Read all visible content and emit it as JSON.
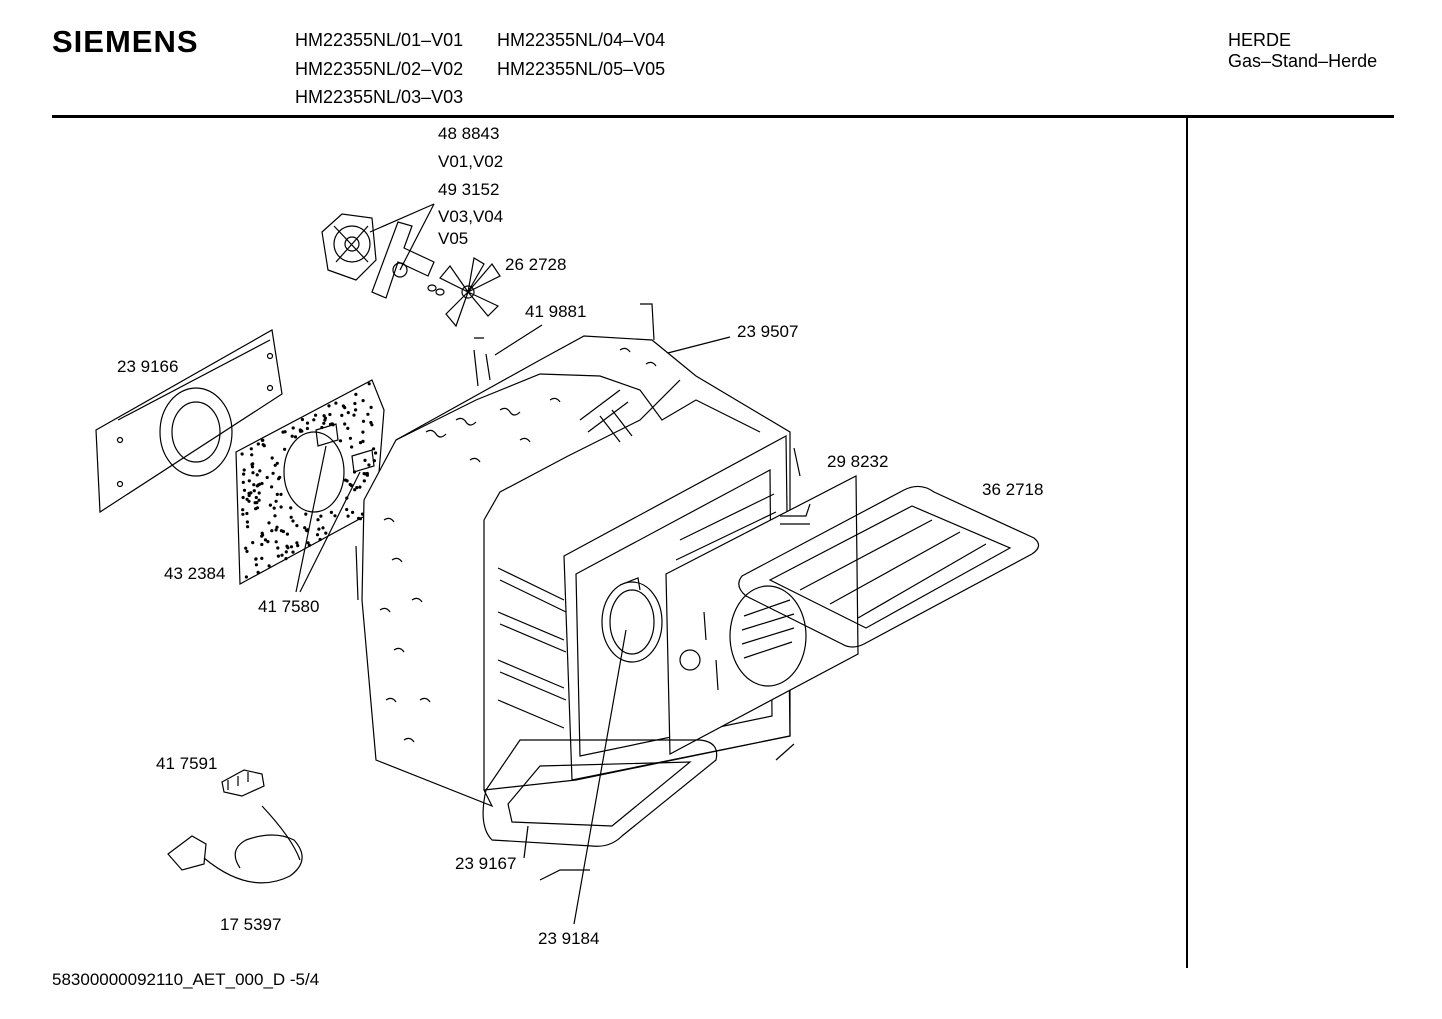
{
  "header": {
    "brand": "SIEMENS",
    "models": [
      "HM22355NL/01–V01",
      "HM22355NL/02–V02",
      "HM22355NL/03–V03",
      "HM22355NL/04–V04",
      "HM22355NL/05–V05"
    ],
    "category": "HERDE",
    "subcategory": "Gas–Stand–Herde"
  },
  "parts": {
    "p488843": "48 8843",
    "v01v02": "V01,V02",
    "p493152": "49 3152",
    "v03v04": "V03,V04",
    "v05": "V05",
    "p262728": "26 2728",
    "p419881": "41 9881",
    "p239507": "23 9507",
    "p239166": "23 9166",
    "p298232": "29 8232",
    "p362718": "36 2718",
    "p432384": "43 2384",
    "p417580": "41 7580",
    "p417591": "41 7591",
    "p239167": "23 9167",
    "p175397": "17 5397",
    "p239184": "23 9184"
  },
  "footer": {
    "doc_id": "58300000092110_AET_000_D -5/4"
  }
}
